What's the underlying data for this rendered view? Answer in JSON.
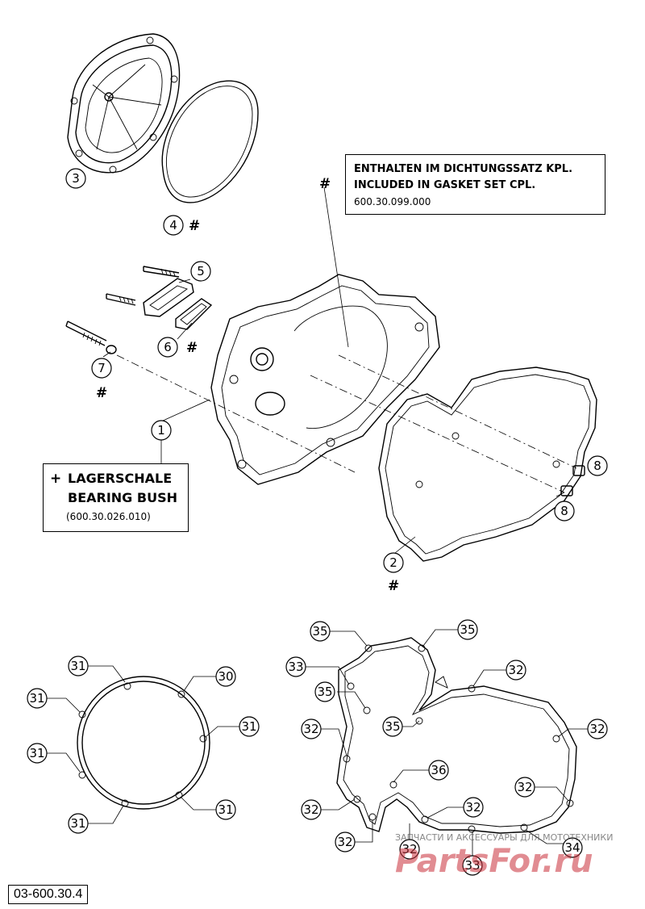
{
  "info_box": {
    "symbol": "#",
    "lines": [
      "ENTHALTEN IM DICHTUNGSSATZ KPL.",
      "INCLUDED IN GASKET SET CPL.",
      "600.30.099.000"
    ]
  },
  "bearing_box": {
    "symbol": "+",
    "lines": [
      "LAGERSCHALE",
      "BEARING BUSH",
      "(600.30.026.010)"
    ]
  },
  "callouts_top": [
    "1",
    "2",
    "3",
    "4",
    "5",
    "6",
    "7",
    "8",
    "8"
  ],
  "callouts_clutch_gasket": [
    "31",
    "30",
    "31",
    "31",
    "31",
    "31",
    "31"
  ],
  "callouts_cover_gasket": [
    "35",
    "35",
    "33",
    "35",
    "35",
    "32",
    "32",
    "32",
    "36",
    "32",
    "32",
    "32",
    "32",
    "32",
    "33",
    "34"
  ],
  "hash_marks": [
    "#",
    "#",
    "#",
    "#"
  ],
  "watermark": {
    "brand": "PartsFor.ru",
    "tagline": "ЗАПЧАСТИ И АКСЕССУАРЫ ДЛЯ МОТОТЕХНИКИ"
  },
  "diagram_code": "03-600.30.4"
}
